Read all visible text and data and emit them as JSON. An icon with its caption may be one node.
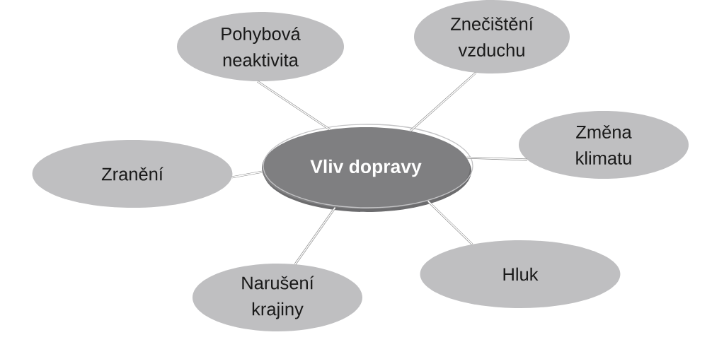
{
  "diagram": {
    "nodes": [
      {
        "text": [
          "Vliv dopravy"
        ]
      },
      {
        "text": [
          "Pohybová neaktivita"
        ]
      },
      {
        "text": [
          "Znečištění vzduchu"
        ]
      },
      {
        "text": [
          "Zranění"
        ]
      },
      {
        "text": [
          "Změna klimatu"
        ]
      },
      {
        "text": [
          "Narušení krajiny"
        ]
      },
      {
        "text": [
          "Hluk"
        ]
      }
    ],
    "edges": [
      {
        "from": 0,
        "to": 1,
        "arrow": "none"
      },
      {
        "from": 0,
        "to": 2,
        "arrow": "none"
      },
      {
        "from": 0,
        "to": 3,
        "arrow": "none"
      },
      {
        "from": 0,
        "to": 4,
        "arrow": "none"
      },
      {
        "from": 0,
        "to": 5,
        "arrow": "none"
      },
      {
        "from": 0,
        "to": 6,
        "arrow": "none"
      }
    ]
  }
}
